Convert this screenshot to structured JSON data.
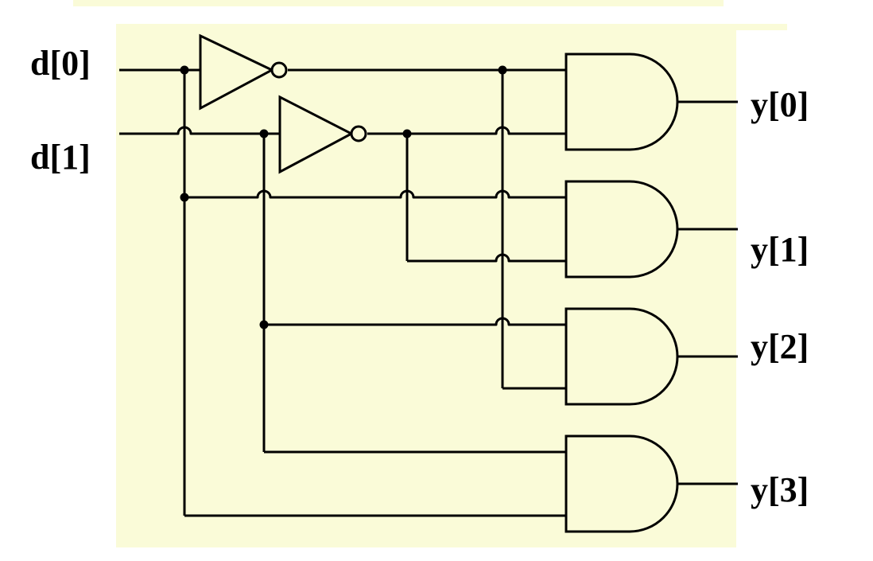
{
  "colors": {
    "background": "#fafbd8",
    "wire": "#000000",
    "page": "#ffffff"
  },
  "inputs": [
    {
      "id": "d0",
      "label": "d[0]"
    },
    {
      "id": "d1",
      "label": "d[1]"
    }
  ],
  "outputs": [
    {
      "id": "y0",
      "label": "y[0]"
    },
    {
      "id": "y1",
      "label": "y[1]"
    },
    {
      "id": "y2",
      "label": "y[2]"
    },
    {
      "id": "y3",
      "label": "y[3]"
    }
  ],
  "gates": [
    {
      "id": "not-d0",
      "type": "NOT"
    },
    {
      "id": "not-d1",
      "type": "NOT"
    },
    {
      "id": "and-y0",
      "type": "AND"
    },
    {
      "id": "and-y1",
      "type": "AND"
    },
    {
      "id": "and-y2",
      "type": "AND"
    },
    {
      "id": "and-y3",
      "type": "AND"
    }
  ]
}
